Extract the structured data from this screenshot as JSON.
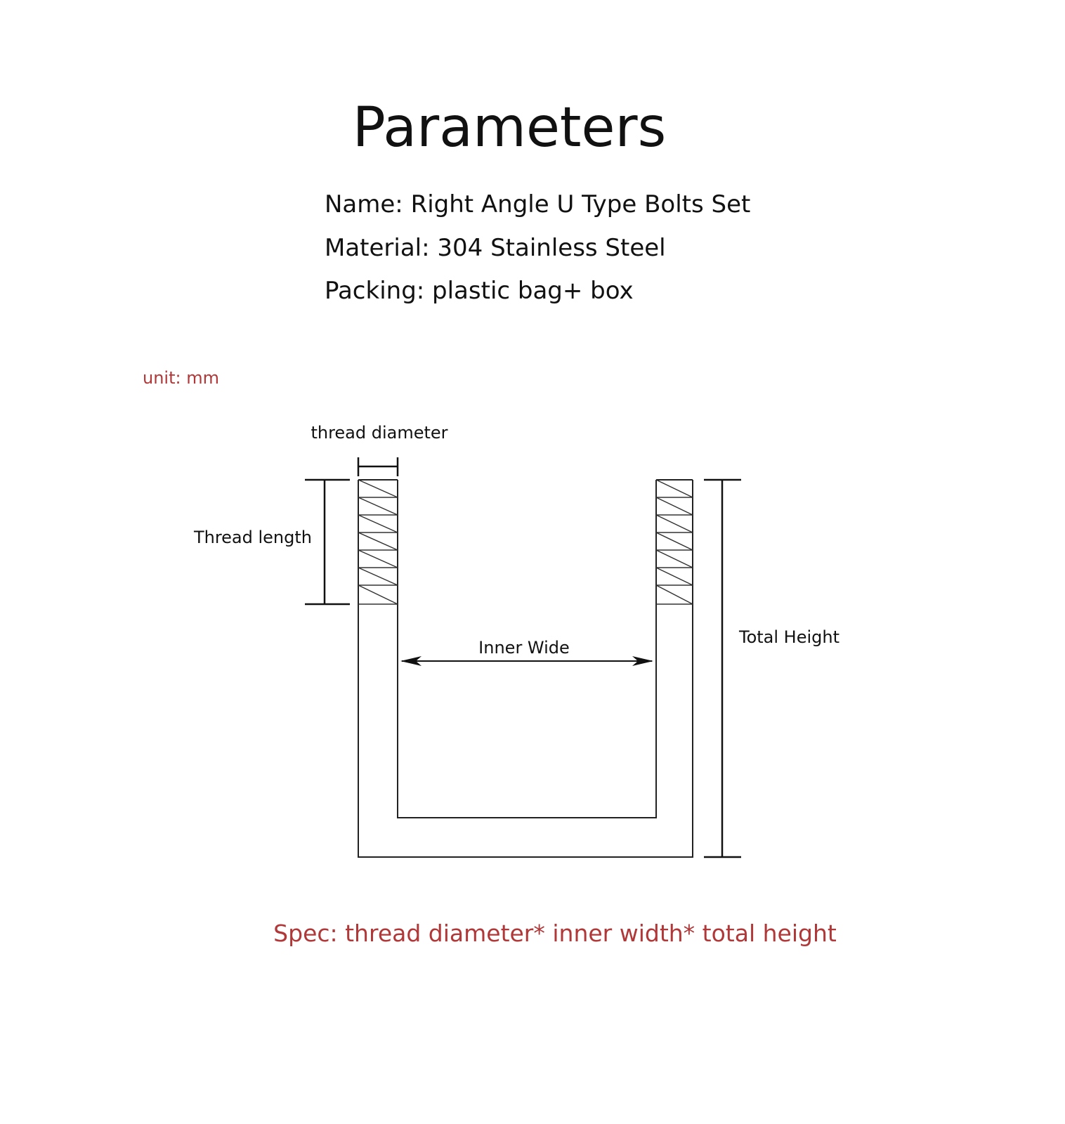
{
  "title": "Parameters",
  "specs": {
    "name": "Name:  Right Angle U Type Bolts Set",
    "material": "Material: 304 Stainless Steel",
    "packing": "Packing: plastic bag+ box"
  },
  "unit_label": "unit: mm",
  "diagram": {
    "labels": {
      "thread_diameter": "thread diameter",
      "thread_length": "Thread length",
      "inner_wide": "Inner Wide",
      "total_height": "Total Height"
    }
  },
  "footer_spec": "Spec: thread diameter* inner width* total height",
  "colors": {
    "text": "#111111",
    "accent_red": "#b03838",
    "line": "#222222"
  }
}
